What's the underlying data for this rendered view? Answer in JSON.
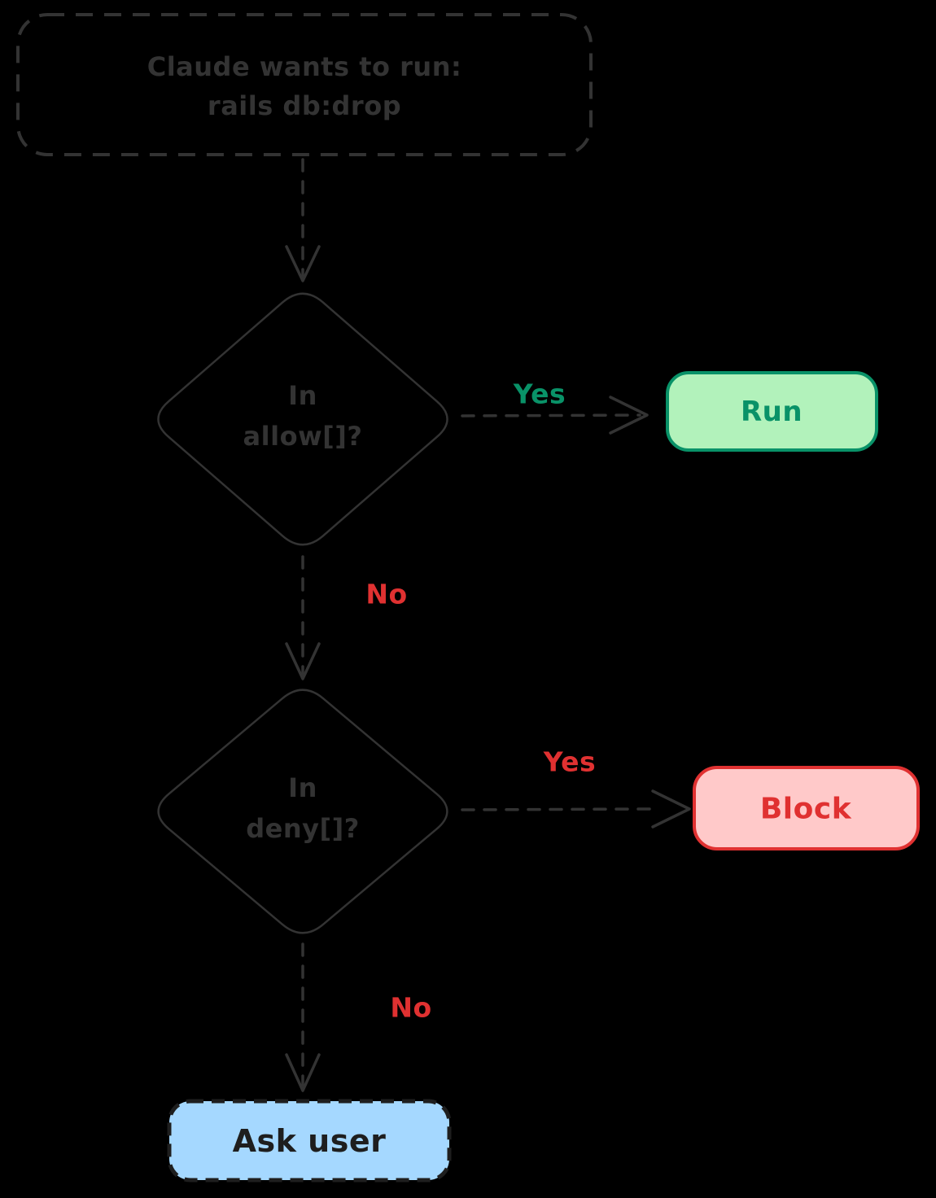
{
  "colors": {
    "background": "#000000",
    "stroke_dark": "#333333",
    "green": "#099268",
    "green_fill": "#b2f2bb",
    "red": "#e03131",
    "red_fill": "#ffc9c9",
    "blue_fill": "#a5d8ff",
    "text_on_blue": "#1e1e1e"
  },
  "flowchart": {
    "start": {
      "line1": "Claude wants to run:",
      "line2": "rails db:drop"
    },
    "decision_allow": {
      "line1": "In",
      "line2": "allow[]?"
    },
    "decision_deny": {
      "line1": "In",
      "line2": "deny[]?"
    },
    "edge_allow_yes": {
      "label": "Yes"
    },
    "edge_allow_no": {
      "label": "No"
    },
    "edge_deny_yes": {
      "label": "Yes"
    },
    "edge_deny_no": {
      "label": "No"
    },
    "outcome_run": {
      "label": "Run"
    },
    "outcome_block": {
      "label": "Block"
    },
    "outcome_ask_user": {
      "label": "Ask user"
    }
  }
}
